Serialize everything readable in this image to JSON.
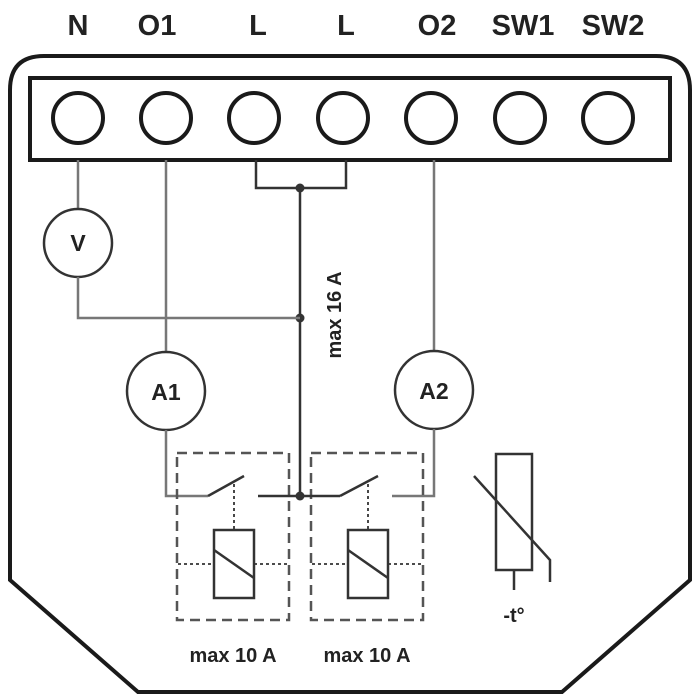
{
  "terminals": [
    "N",
    "O1",
    "L",
    "L",
    "O2",
    "SW1",
    "SW2"
  ],
  "meters": {
    "voltmeter": "V",
    "ammeter_1": "A1",
    "ammeter_2": "A2"
  },
  "labels": {
    "main_current": "max 16 A",
    "relay_1_current": "max 10 A",
    "relay_2_current": "max 10 A",
    "thermistor": "-t°"
  }
}
